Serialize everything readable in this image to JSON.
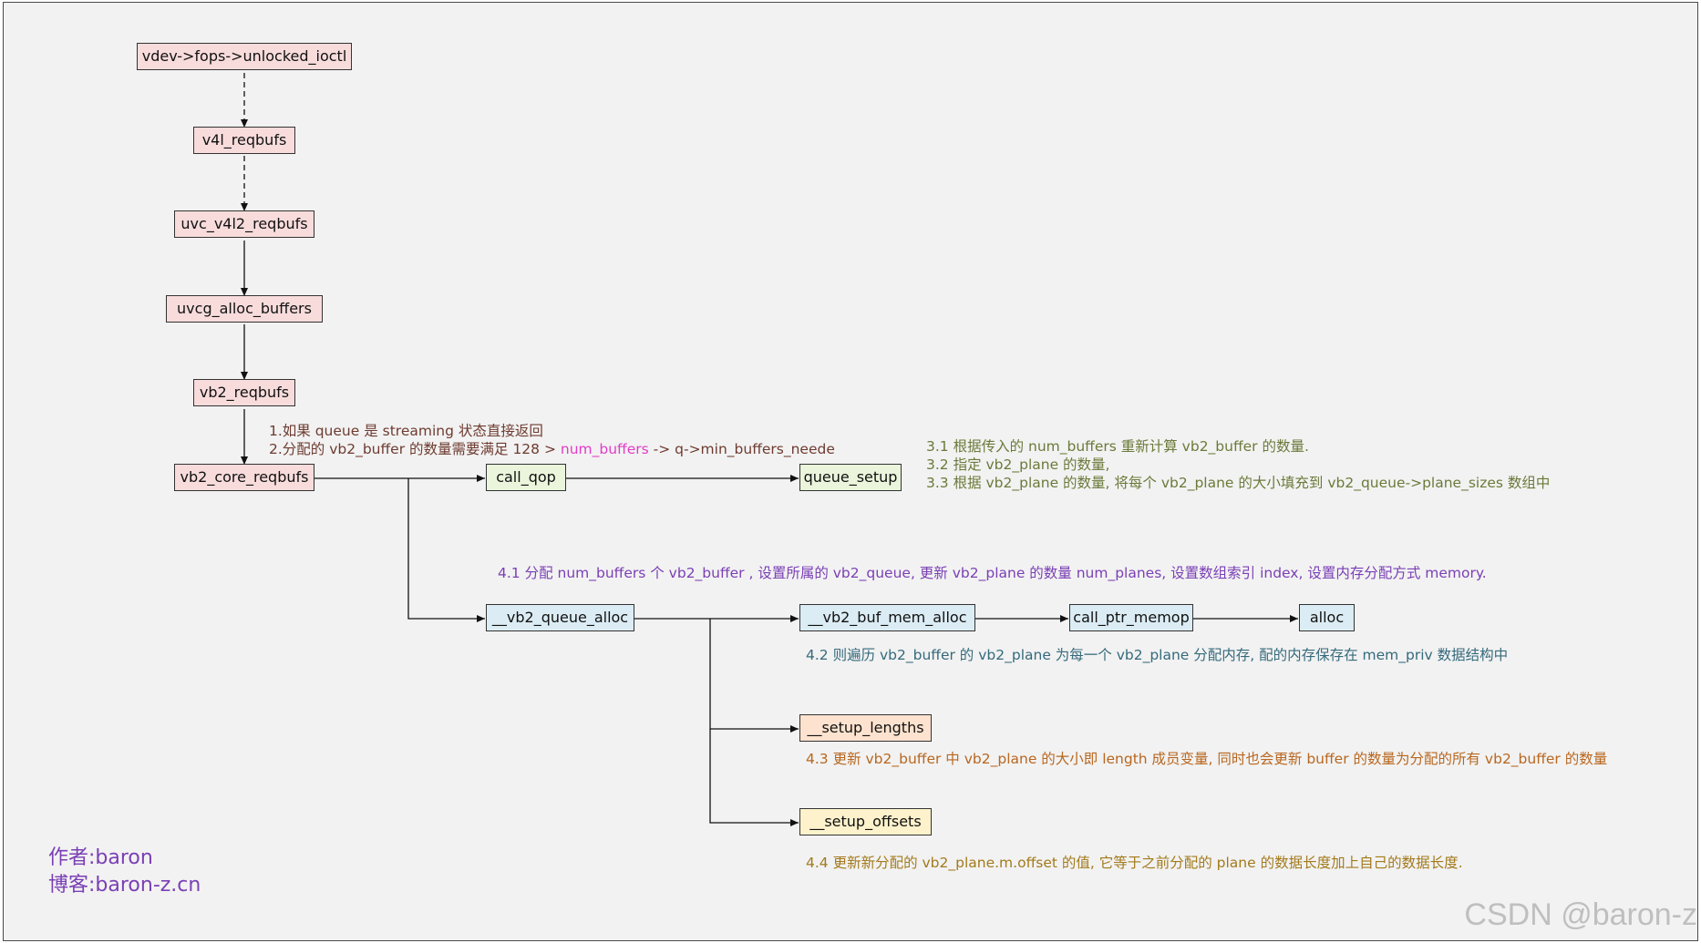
{
  "nodes": {
    "unlocked_ioctl": "vdev->fops->unlocked_ioctl",
    "v4l_reqbufs": "v4l_reqbufs",
    "uvc_v4l2_reqbufs": "uvc_v4l2_reqbufs",
    "uvcg_alloc_buffers": "uvcg_alloc_buffers",
    "vb2_reqbufs": "vb2_reqbufs",
    "vb2_core_reqbufs": "vb2_core_reqbufs",
    "call_qop": "call_qop",
    "queue_setup": "queue_setup",
    "vb2_queue_alloc": "__vb2_queue_alloc",
    "vb2_buf_mem_alloc": "__vb2_buf_mem_alloc",
    "call_ptr_memop": "call_ptr_memop",
    "alloc": "alloc",
    "setup_lengths": "__setup_lengths",
    "setup_offsets": "__setup_offsets"
  },
  "notes": {
    "step1": "1.如果 queue 是 streaming 状态直接返回",
    "step2_prefix": "2.分配的 vb2_buffer 的数量需要满足 128 > ",
    "step2_highlight": "num_buffers",
    "step2_suffix": " -> q->min_buffers_neede",
    "step3_1": "3.1 根据传入的 num_buffers 重新计算 vb2_buffer 的数量.",
    "step3_2": "3.2 指定 vb2_plane 的数量,",
    "step3_3": "3.3 根据 vb2_plane 的数量, 将每个 vb2_plane 的大小填充到 vb2_queue->plane_sizes 数组中",
    "step4_1": "4.1 分配 num_buffers 个 vb2_buffer , 设置所属的 vb2_queue, 更新 vb2_plane 的数量 num_planes, 设置数组索引 index, 设置内存分配方式 memory.",
    "step4_2": "4.2 则遍历 vb2_buffer 的 vb2_plane 为每一个 vb2_plane 分配内存, 配的内存保存在 mem_priv 数据结构中",
    "step4_3": "4.3 更新 vb2_buffer 中 vb2_plane 的大小即 length 成员变量, 同时也会更新 buffer 的数量为分配的所有 vb2_buffer 的数量",
    "step4_4": "4.4 更新新分配的 vb2_plane.m.offset 的值, 它等于之前分配的 plane 的数据长度加上自己的数据长度."
  },
  "author": {
    "author_line": "作者:baron",
    "blog_line": "博客:baron-z.cn"
  },
  "watermark": "CSDN @baron-z",
  "colors": {
    "node_pink": "#f8dcdc",
    "node_green": "#eaf5dc",
    "node_blue": "#dcecf4",
    "node_peach": "#fde3cf",
    "node_yellow": "#fdf2cc",
    "note_brown": "#6e3b30",
    "note_olive": "#6b7a3a",
    "note_purple": "#7a3fb5",
    "note_teal": "#356a7c",
    "note_orange": "#b8671f",
    "note_gold": "#a37a1c",
    "highlight": "#e23cc6"
  }
}
